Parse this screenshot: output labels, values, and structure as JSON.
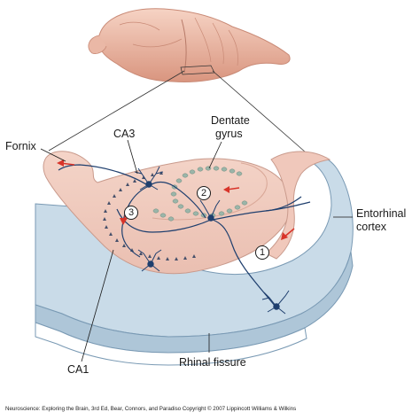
{
  "labels": {
    "fornix": "Fornix",
    "ca3": "CA3",
    "dentate_line1": "Dentate",
    "dentate_line2": "gyrus",
    "entorhinal_line1": "Entorhinal",
    "entorhinal_line2": "cortex",
    "ca1": "CA1",
    "rhinal": "Rhinal fissure"
  },
  "steps": [
    "1",
    "2",
    "3"
  ],
  "credit": "Neuroscience: Exploring the Brain, 3rd Ed, Bear, Connors, and Paradiso Copyright © 2007 Lippincott Williams & Wilkins",
  "colors": {
    "tissue": "#f3cfc4",
    "tissue_edge": "#e0b0a4",
    "cortex": "#c9dbe8",
    "neuron": "#1f3f6e",
    "arrow": "#d8342a",
    "dots": "#9bb5a9",
    "triangles": "#46506a"
  }
}
